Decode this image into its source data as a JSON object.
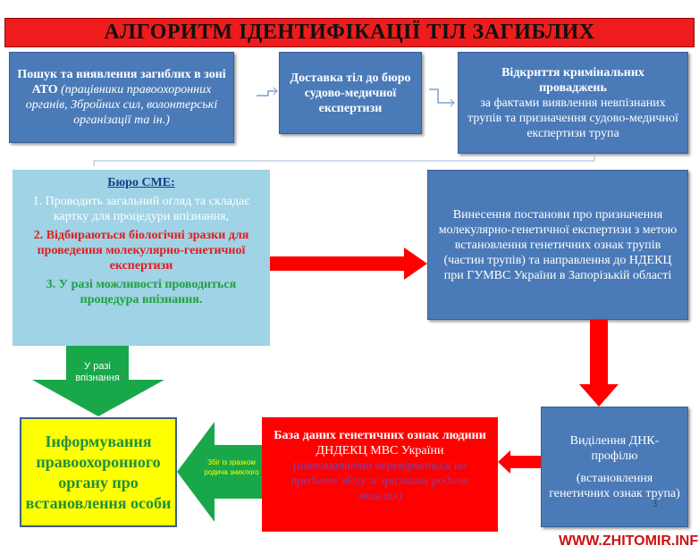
{
  "title": "АЛГОРИТМ ІДЕНТИФІКАЦІЇ ТІЛ ЗАГИБЛИХ",
  "step1": {
    "bold": "Пошук та виявлення загиблих в зоні АТО",
    "italic": "(працівники правоохоронних органів, Збройних сил, волонтерські організації та ін.)"
  },
  "step2": {
    "bold": "Доставка тіл до бюро судово-медичної експертизи"
  },
  "step3": {
    "bold": "Відкриття кримінальних проваджень",
    "text": "за фактами виявлення невпізнаних трупів та призначення судово-медичної експертизи трупа"
  },
  "sme": {
    "heading": "Бюро СМЕ:",
    "item1": "1. Проводить загальний огляд та складає картку для процедури впізнання,",
    "item2": "2. Відбираються біологічні зразки для проведення молекулярно-генетичної експертизи",
    "item3": "3. У разі можливості проводиться процедура впізнання."
  },
  "resolution": "Винесення постанови про призначення молекулярно-генетичної експертизи з метою встановлення генетичних ознак трупів (частин трупів) та направлення до НДЕКЦ при ГУМВС України в Запорізькій області",
  "dna": {
    "line1": "Виділення ДНК-профілю",
    "line2": "(встановлення генетичних ознак трупа)",
    "page": "3"
  },
  "database": {
    "bold": "База даних генетичних ознак людини",
    "normal": "ДНДЕКЦ МВС України",
    "italic": "(автоматично перевіряється на предмет збігу зі зразками родича зниклих)"
  },
  "inform": "Інформування правоохоронного органу про встановлення особи",
  "arrow_identified": "У разі впізнання",
  "arrow_match": "Збіг із зразком родича зниклого",
  "watermark": "WWW.ZHITOMIR.INFO"
}
